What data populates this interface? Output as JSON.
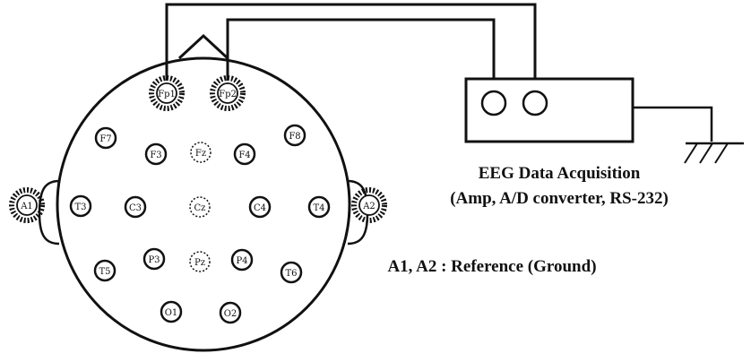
{
  "diagram": {
    "electrodes": {
      "Fp1": "Fp1",
      "Fp2": "Fp2",
      "F7": "F7",
      "F3": "F3",
      "Fz": "Fz",
      "F4": "F4",
      "F8": "F8",
      "A1": "A1",
      "T3": "T3",
      "C3": "C3",
      "Cz": "Cz",
      "C4": "C4",
      "T4": "T4",
      "A2": "A2",
      "T5": "T5",
      "P3": "P3",
      "Pz": "Pz",
      "P4": "P4",
      "T6": "T6",
      "O1": "O1",
      "O2": "O2"
    },
    "device": {
      "title": "EEG Data Acquisition",
      "subtitle": "(Amp, A/D converter, RS-232)"
    },
    "reference_note": "A1, A2 : Reference (Ground)"
  }
}
